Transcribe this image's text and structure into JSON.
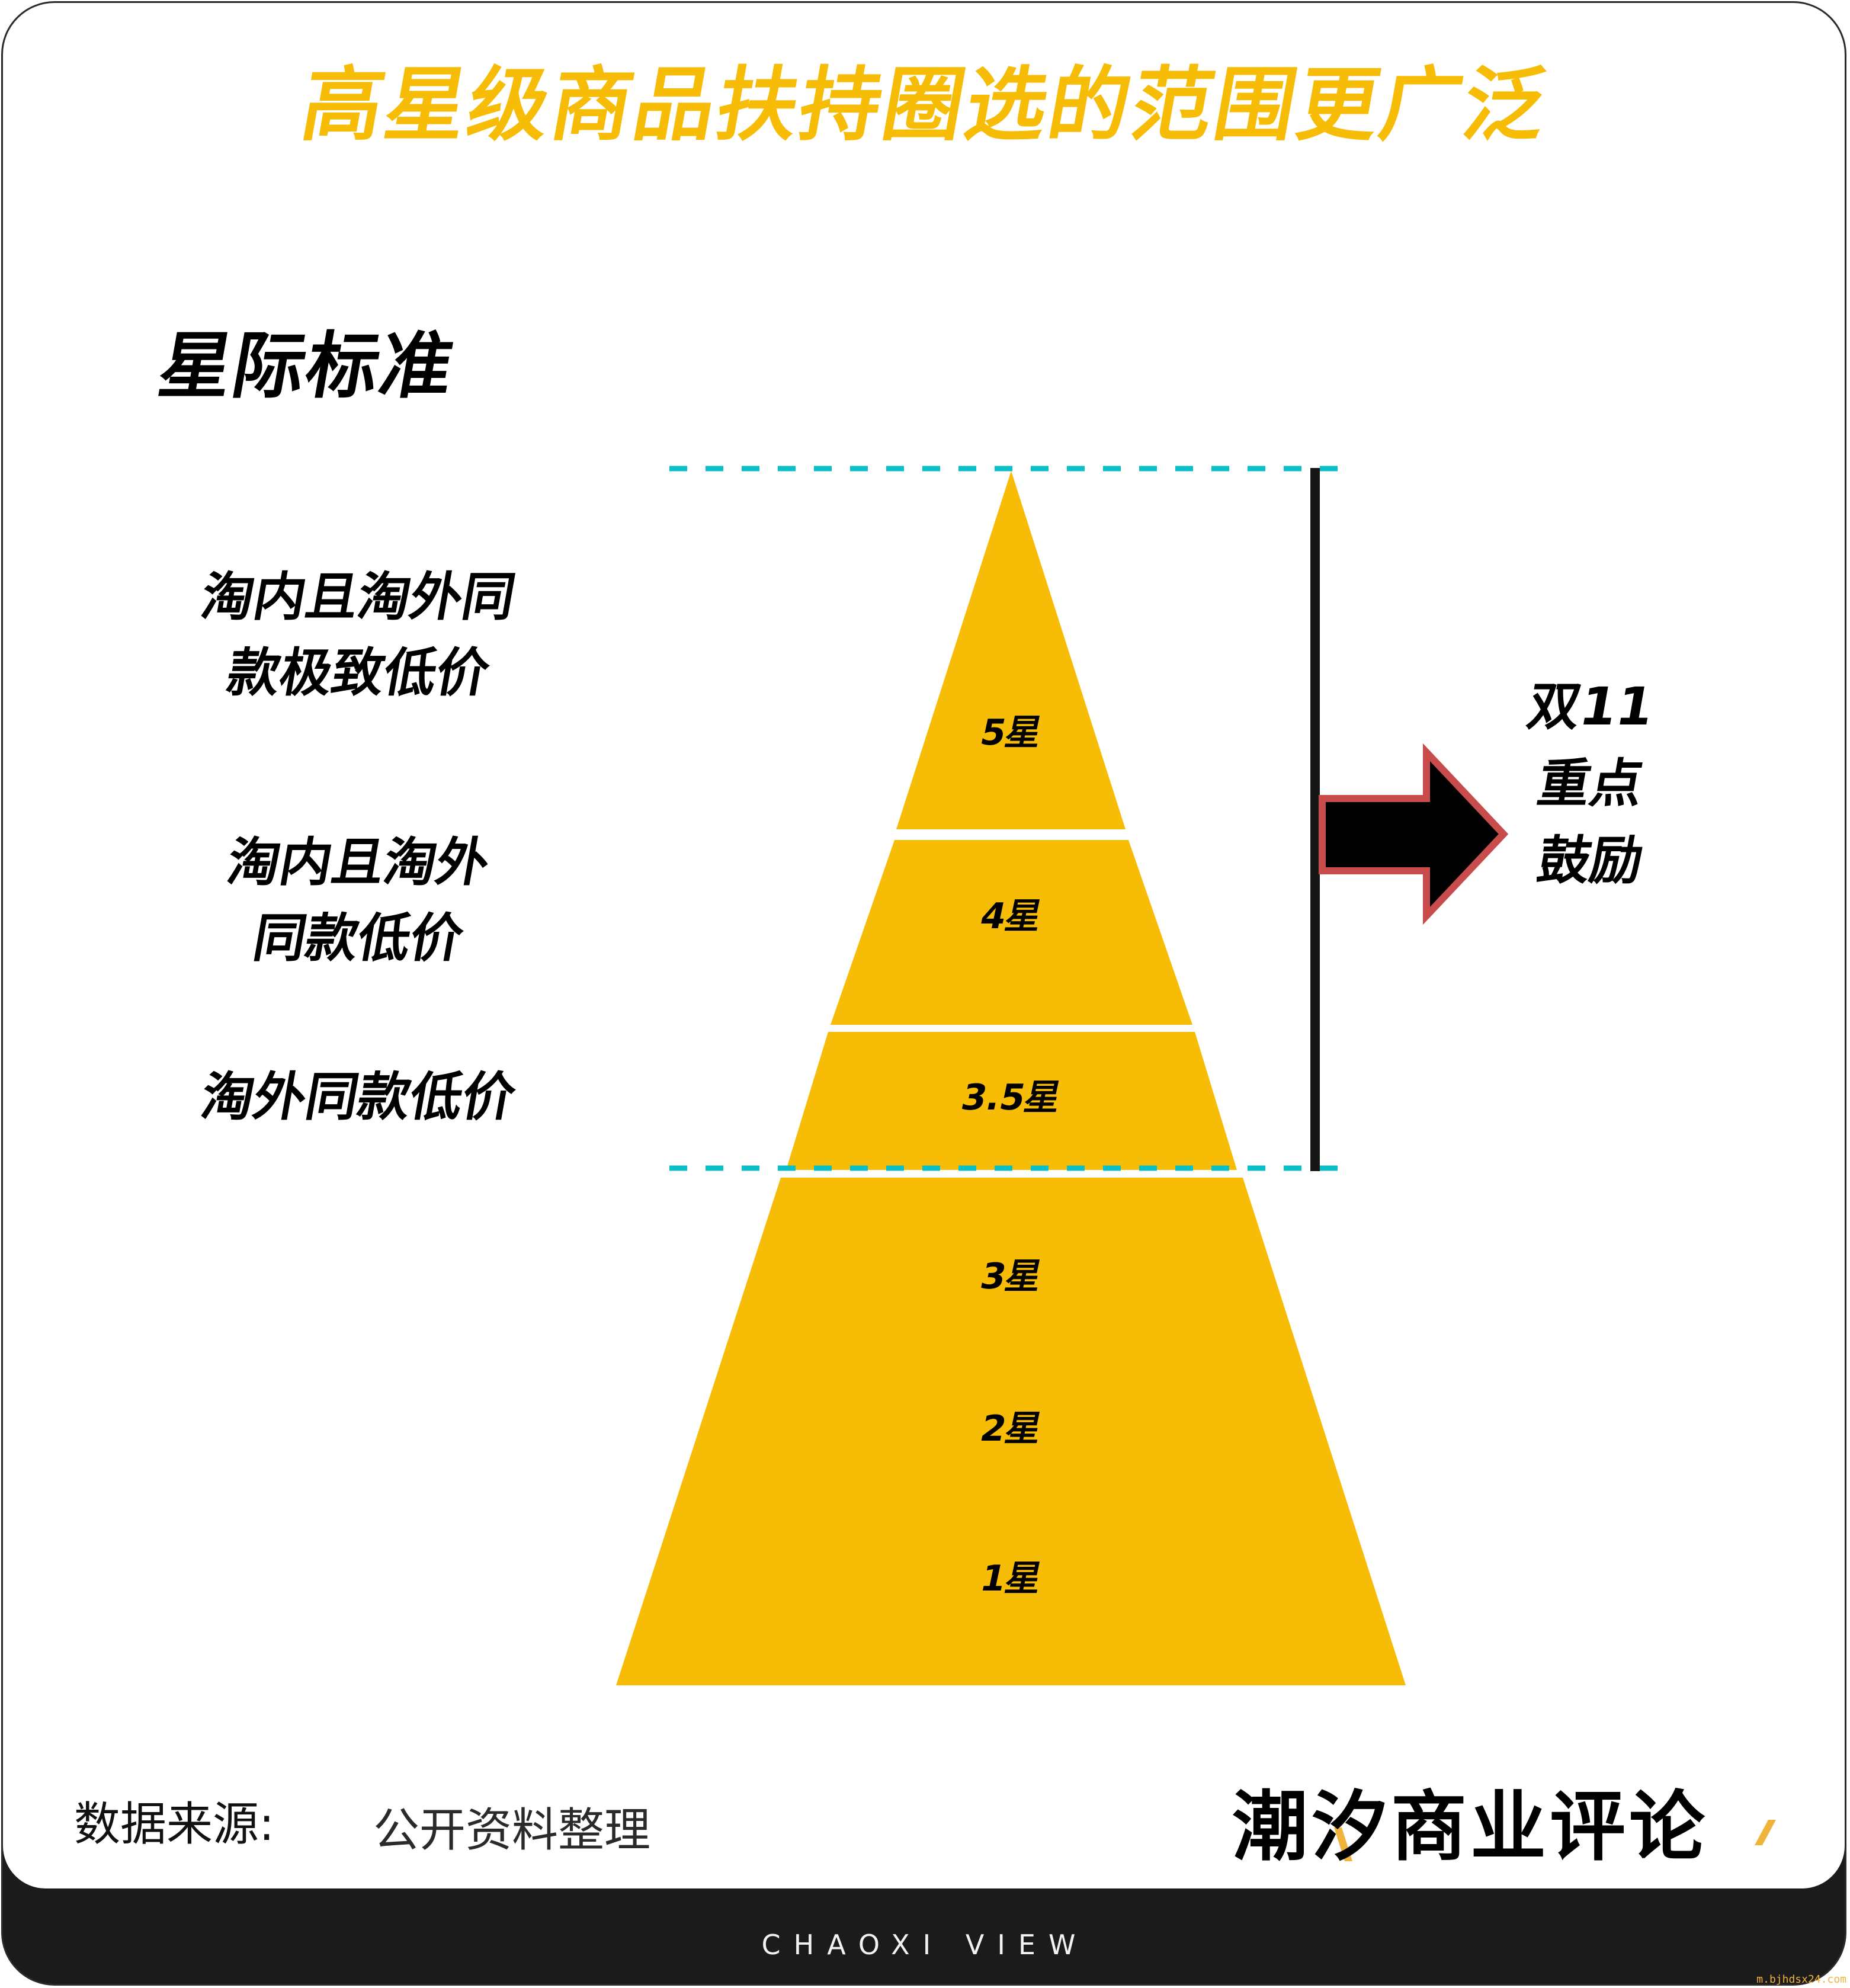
{
  "title": "高星级商品扶持圈选的范围更广泛",
  "heading": "星际标准",
  "left_labels": [
    {
      "tier": "5星",
      "lines": [
        "淘内且淘外同",
        "款极致低价"
      ]
    },
    {
      "tier": "4星",
      "lines": [
        "淘内且淘外",
        "同款低价"
      ]
    },
    {
      "tier": "3.5星",
      "lines": [
        "淘外同款低价"
      ]
    }
  ],
  "pyramid": {
    "upper_tiers": [
      "5星",
      "4星",
      "3.5星"
    ],
    "lower_tiers": [
      "3星",
      "2星",
      "1星"
    ]
  },
  "callout": {
    "lines": [
      "双11",
      "重点",
      "鼓励"
    ],
    "arrow_direction": "right"
  },
  "footer": {
    "source_label": "数据来源:",
    "source_value": "公开资料整理",
    "logo_text": "潮汐商业评论",
    "tagline": "CHAOXI VIEW",
    "watermark": "m.bjhdsx24.com"
  },
  "colors": {
    "primary_yellow": "#F7BC05",
    "dashed_teal": "#0ABFC8",
    "arrow_fill": "#000000",
    "arrow_stroke": "#C94C4C",
    "bracket": "#161616",
    "footer_band": "#1B1B1B",
    "logo_accent": "#F0B43C"
  },
  "chart_data": {
    "type": "pyramid",
    "title": "高星级商品扶持圈选的范围更广泛",
    "levels": [
      {
        "label": "5星",
        "criterion": "淘内且淘外同款极致低价",
        "highlighted": true
      },
      {
        "label": "4星",
        "criterion": "淘内且淘外同款低价",
        "highlighted": true
      },
      {
        "label": "3.5星",
        "criterion": "淘外同款低价",
        "highlighted": true
      },
      {
        "label": "3星",
        "criterion": "",
        "highlighted": false
      },
      {
        "label": "2星",
        "criterion": "",
        "highlighted": false
      },
      {
        "label": "1星",
        "criterion": "",
        "highlighted": false
      }
    ],
    "annotation": "双11重点鼓励",
    "source": "数据来源: 公开资料整理"
  }
}
